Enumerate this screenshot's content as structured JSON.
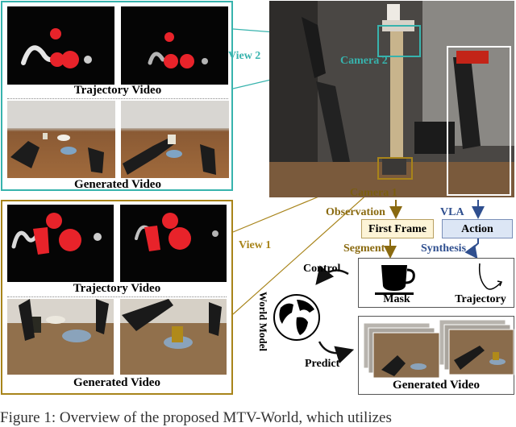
{
  "figure": {
    "view2": {
      "label": "View 2",
      "trajectory_caption": "Trajectory Video",
      "generated_caption": "Generated Video"
    },
    "view1": {
      "label": "View 1",
      "trajectory_caption": "Trajectory Video",
      "generated_caption": "Generated Video"
    },
    "cameras": {
      "camera2": "Camera 2",
      "camera1": "Camera 1"
    },
    "pipeline": {
      "observation": "Observation",
      "vla": "VLA",
      "first_frame": "First Frame",
      "action": "Action",
      "segment": "Segment",
      "synthesis": "Synthesis",
      "mask": "Mask",
      "trajectory": "Trajectory",
      "control": "Control",
      "predict": "Predict",
      "world_model": "World Model",
      "generated_video": "Generated Video"
    },
    "caption_partial": "Figure 1:  Overview of the proposed MTV-World, which utilizes"
  },
  "colors": {
    "view2_teal": "#37b3ad",
    "view1_gold": "#a8841a",
    "observation_gold": "#8a6a10",
    "vla_blue": "#2f4f8f",
    "first_frame_fill": "#fdf4d7",
    "action_fill": "#dce6f5"
  }
}
